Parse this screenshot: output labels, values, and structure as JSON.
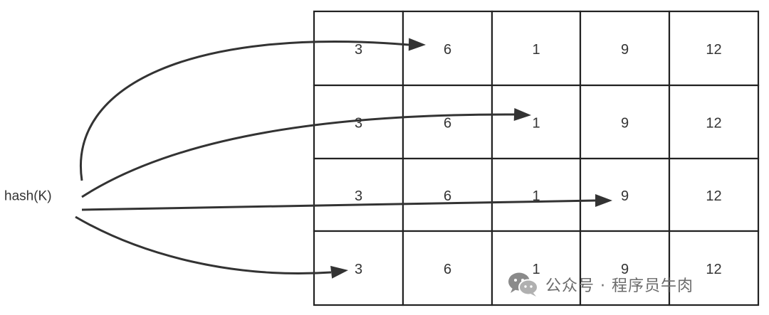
{
  "source_label": "hash(K)",
  "table": {
    "rows": [
      [
        "3",
        "6",
        "1",
        "9",
        "12"
      ],
      [
        "3",
        "6",
        "1",
        "9",
        "12"
      ],
      [
        "3",
        "6",
        "1",
        "9",
        "12"
      ],
      [
        "3",
        "6",
        "1",
        "9",
        "12"
      ]
    ]
  },
  "arrows": [
    {
      "from": "hash(K)",
      "to_row": 0,
      "to_col": 1
    },
    {
      "from": "hash(K)",
      "to_row": 1,
      "to_col": 2
    },
    {
      "from": "hash(K)",
      "to_row": 2,
      "to_col": 3
    },
    {
      "from": "hash(K)",
      "to_row": 3,
      "to_col": 0
    }
  ],
  "watermark": {
    "icon": "wechat-icon",
    "text": "公众号 · 程序员牛肉"
  },
  "colors": {
    "grid_stroke": "#222222",
    "text": "#333333",
    "arrow": "#333333",
    "watermark": "#6b6b6b"
  }
}
